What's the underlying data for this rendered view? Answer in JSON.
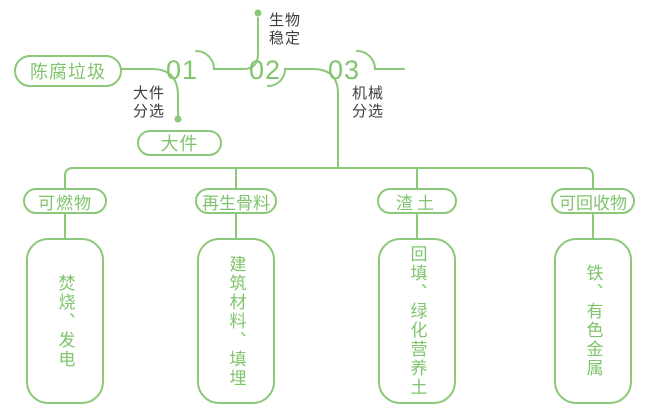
{
  "colors": {
    "line_green": "#8bc87a",
    "text_green": "#7fc46c",
    "label_dark": "#3d3d3d",
    "background": "#ffffff"
  },
  "flow": {
    "source": {
      "label": "陈腐垃圾"
    },
    "stations": [
      {
        "number": "01",
        "annotation_lines": [
          "大件",
          "分选"
        ],
        "branch": {
          "label": "大件"
        }
      },
      {
        "number": "02",
        "annotation_lines": [
          "生物",
          "稳定"
        ]
      },
      {
        "number": "03",
        "annotation_lines": [
          "机械",
          "分选"
        ]
      }
    ]
  },
  "outputs": [
    {
      "category": "可燃物",
      "result": "焚烧、发电"
    },
    {
      "category": "再生骨料",
      "result": "建筑材料、填埋"
    },
    {
      "category": "渣土",
      "result": "回填、绿化营养土"
    },
    {
      "category": "可回收物",
      "result": "铁、有色金属"
    }
  ]
}
